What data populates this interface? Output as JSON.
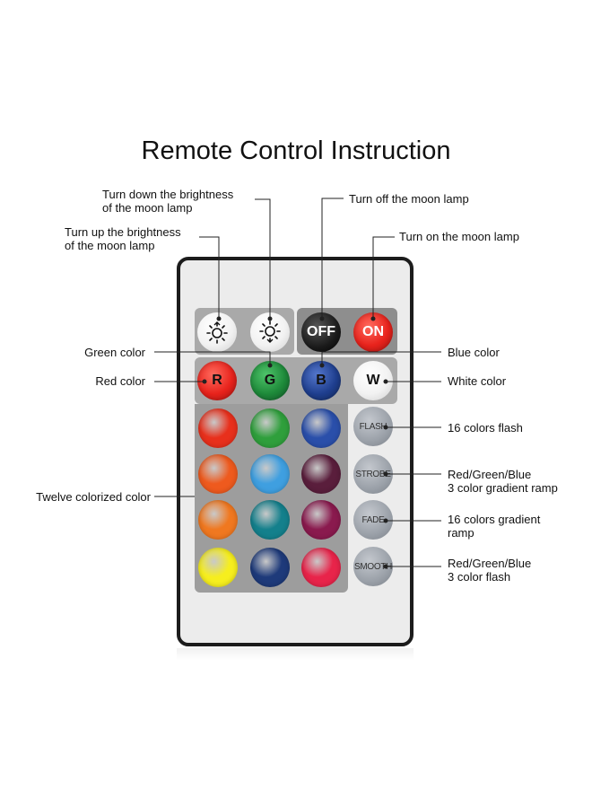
{
  "title": "Remote Control Instruction",
  "labels": {
    "brightness_down": "Turn down the brightness\nof the moon lamp",
    "brightness_up": "Turn up the brightness\nof the moon lamp",
    "off": "Turn off the moon lamp",
    "on": "Turn on the moon lamp",
    "green": "Green color",
    "blue": "Blue color",
    "red": "Red color",
    "white": "White color",
    "twelve": "Twelve colorized color",
    "flash": "16 colors flash",
    "strobe": "Red/Green/Blue\n3 color gradient ramp",
    "fade": "16 colors gradient\nramp",
    "smooth": "Red/Green/Blue\n3 color flash"
  },
  "buttons": {
    "off": "OFF",
    "on": "ON",
    "r": "R",
    "g": "G",
    "b": "B",
    "w": "W",
    "flash": "FLASH",
    "strobe": "STROBE",
    "fade": "FADE",
    "smooth": "SMOOTH"
  },
  "colors": {
    "on_red": "#e8231c",
    "r": "#e8231c",
    "g": "#1e8a3a",
    "b": "#1f3f8f",
    "grid": [
      "#e8301c",
      "#2f9f3c",
      "#2a4faa",
      "#ee5a1e",
      "#3f9fe0",
      "#5a1e3c",
      "#f07820",
      "#14808c",
      "#8a1a4e",
      "#f6ee1e",
      "#1e3a7a",
      "#e8244a"
    ]
  },
  "icons": {
    "brightness_up": "sun-up-icon",
    "brightness_down": "sun-down-icon"
  }
}
